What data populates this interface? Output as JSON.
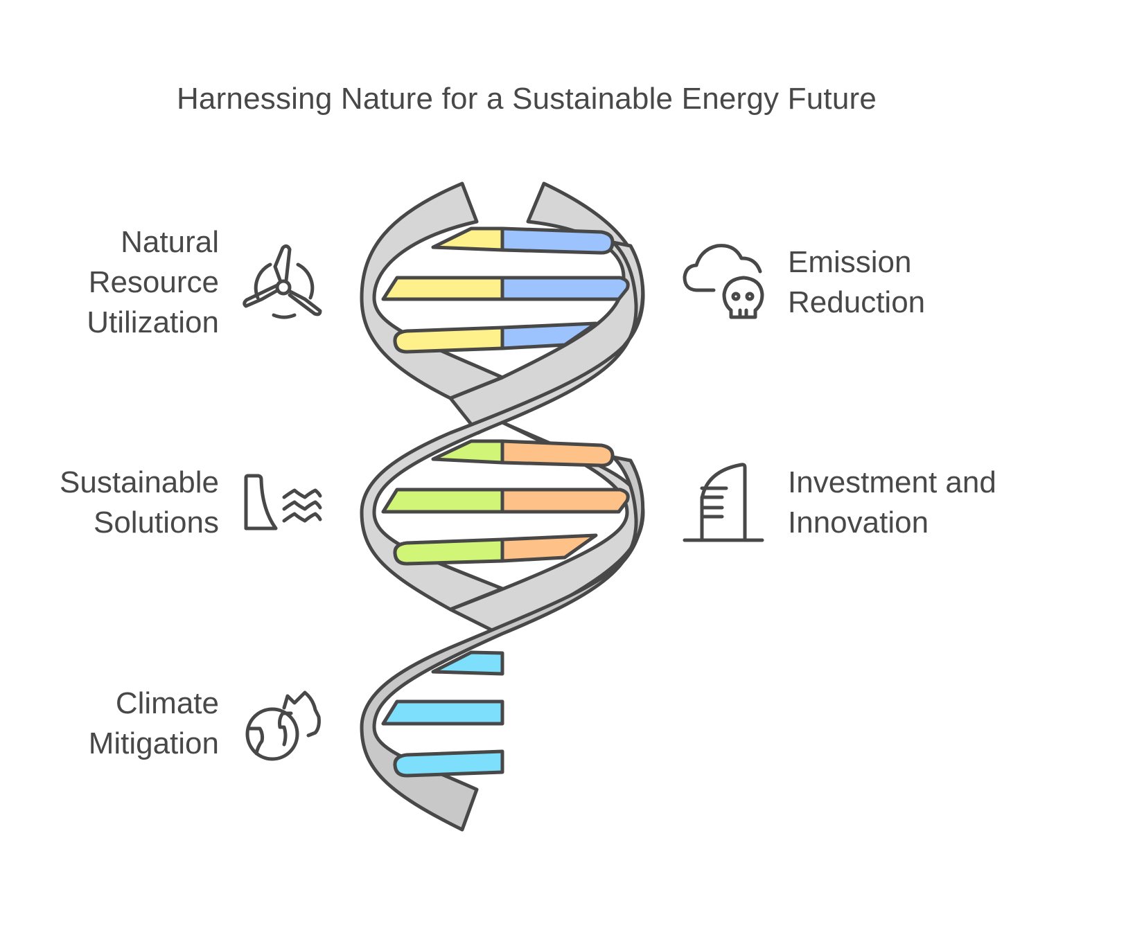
{
  "title": "Harnessing Nature for a Sustainable Energy Future",
  "colors": {
    "stroke": "#484848",
    "strand_fill": "#d6d6d6",
    "strand_fill_dark": "#c8c8c8",
    "yellow": "#fef08a",
    "blue": "#9cc3fd",
    "green": "#d0f577",
    "orange": "#fec288",
    "cyan": "#7edffd"
  },
  "items": [
    {
      "side": "left",
      "lines": [
        "Natural",
        "Resource",
        "Utilization"
      ],
      "icon": "wind-turbine-icon",
      "rung_colors": [
        "yellow",
        "blue"
      ]
    },
    {
      "side": "right",
      "lines": [
        "Emission",
        "Reduction"
      ],
      "icon": "cloud-skull-icon",
      "rung_colors": [
        "yellow",
        "blue"
      ]
    },
    {
      "side": "left",
      "lines": [
        "Sustainable",
        "Solutions"
      ],
      "icon": "dam-water-icon",
      "rung_colors": [
        "green",
        "orange"
      ]
    },
    {
      "side": "right",
      "lines": [
        "Investment and",
        "Innovation"
      ],
      "icon": "skyscraper-icon",
      "rung_colors": [
        "green",
        "orange"
      ]
    },
    {
      "side": "left",
      "lines": [
        "Climate",
        "Mitigation"
      ],
      "icon": "globe-fire-icon",
      "rung_colors": [
        "cyan"
      ]
    }
  ]
}
